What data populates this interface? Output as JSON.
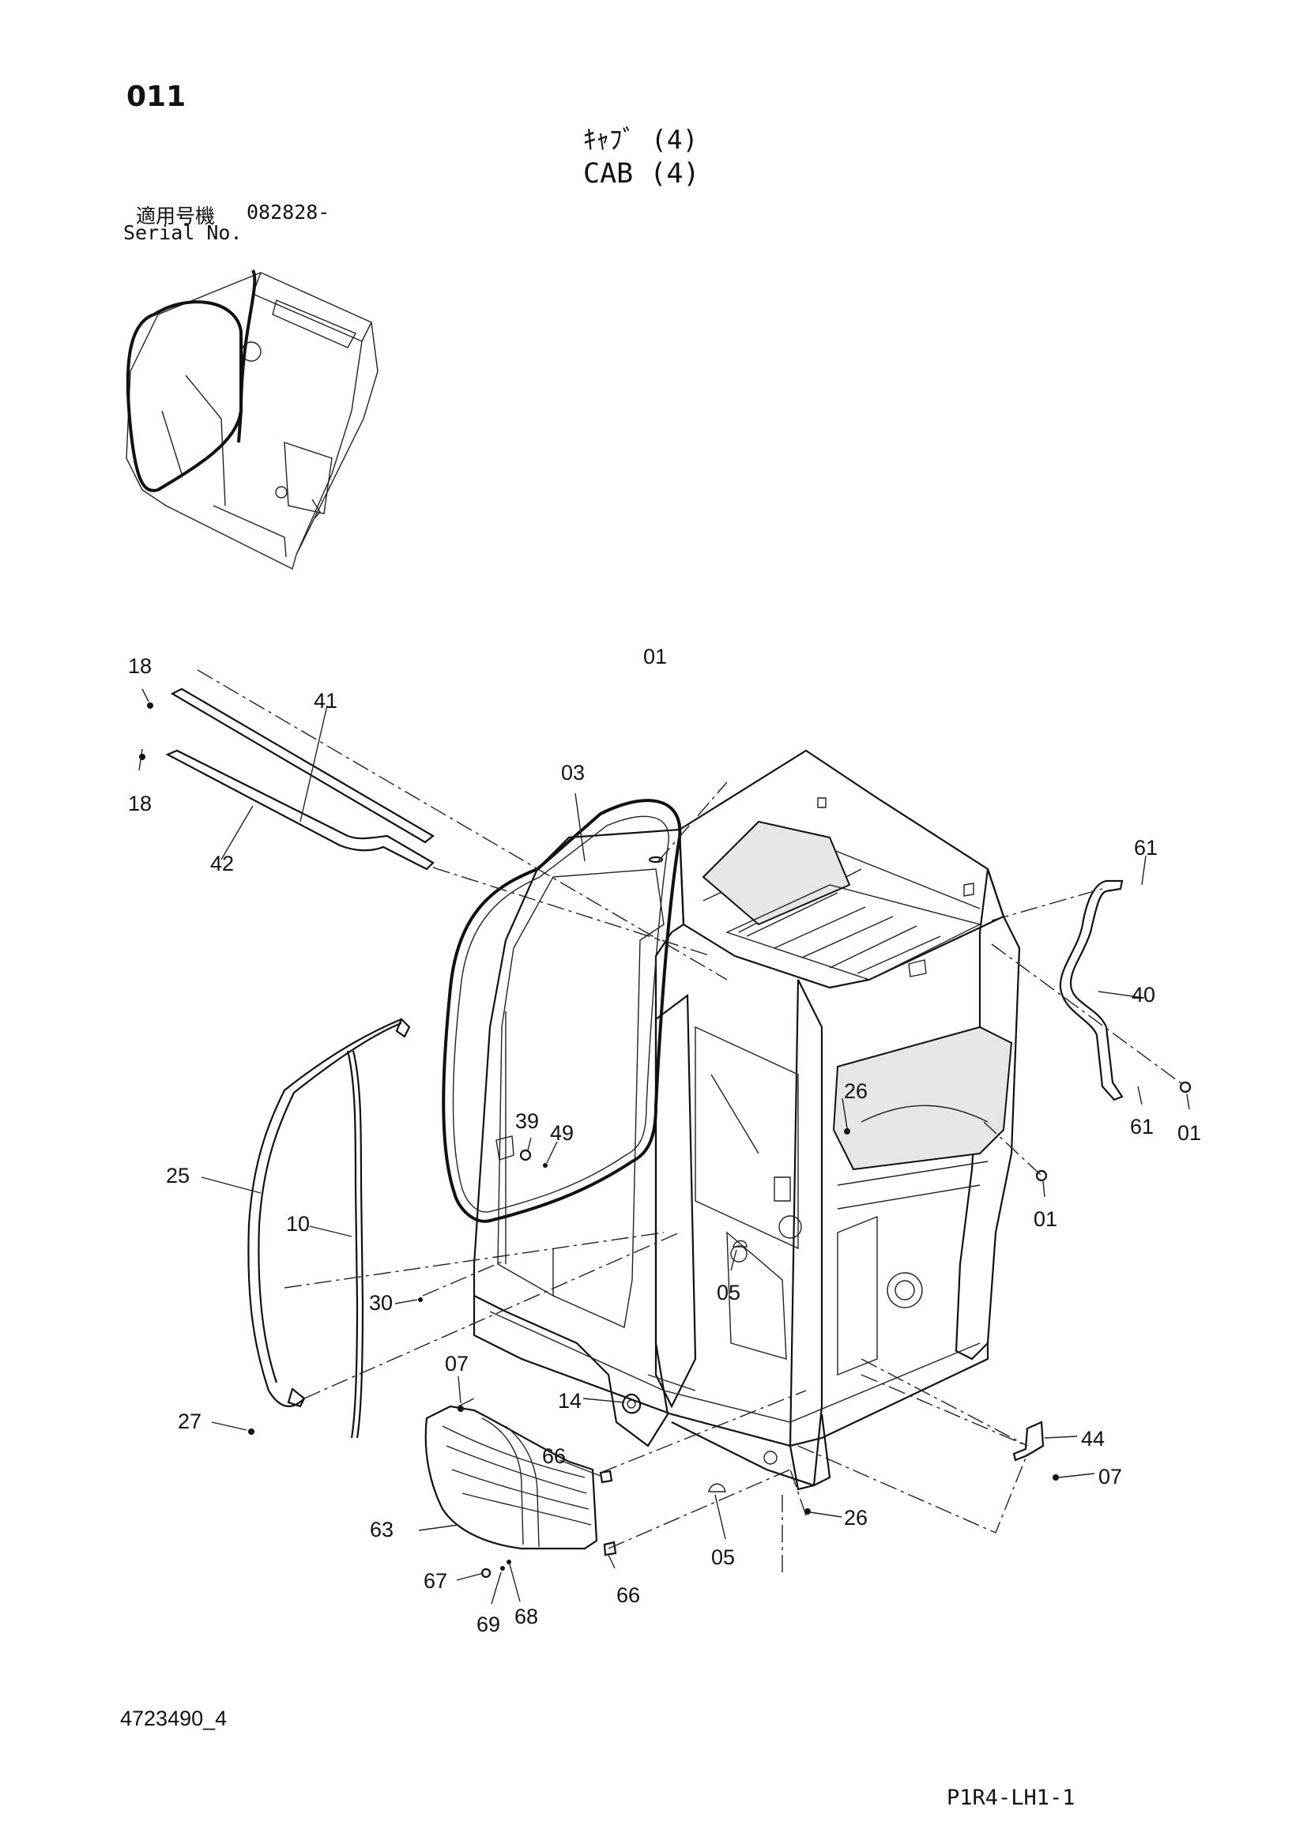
{
  "header": {
    "page_number": "011",
    "title_jp": "ｷｬﾌﾞ (4)",
    "title_en": "CAB (4)",
    "serial_label_jp": "適用号機",
    "serial_value": "082828-",
    "serial_label_en": "Serial No."
  },
  "callouts": {
    "c01a": "01",
    "c01b": "01",
    "c01c": "01",
    "c03": "03",
    "c05a": "05",
    "c05b": "05",
    "c07a": "07",
    "c07b": "07",
    "c10": "10",
    "c14": "14",
    "c18a": "18",
    "c18b": "18",
    "c25": "25",
    "c26a": "26",
    "c26b": "26",
    "c27": "27",
    "c30": "30",
    "c39": "39",
    "c40": "40",
    "c41": "41",
    "c42": "42",
    "c44": "44",
    "c49": "49",
    "c61a": "61",
    "c61b": "61",
    "c63": "63",
    "c66a": "66",
    "c66b": "66",
    "c67": "67",
    "c68": "68",
    "c69": "69"
  },
  "footer": {
    "doc_id": "4723490_4",
    "page_code": "P1R4-LH1-1"
  }
}
